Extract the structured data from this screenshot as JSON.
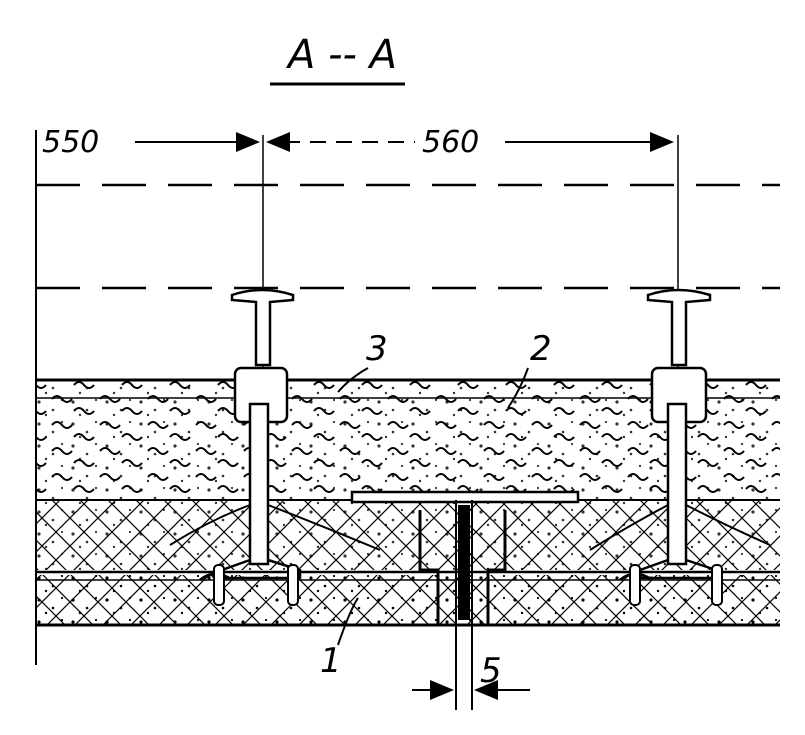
{
  "section_title": "A -- A",
  "dimensions": {
    "left_spacing": "550",
    "right_spacing": "560",
    "gap": "5"
  },
  "callouts": [
    "1",
    "2",
    "3"
  ],
  "colors": {
    "ink": "#000000",
    "paper": "#ffffff"
  }
}
